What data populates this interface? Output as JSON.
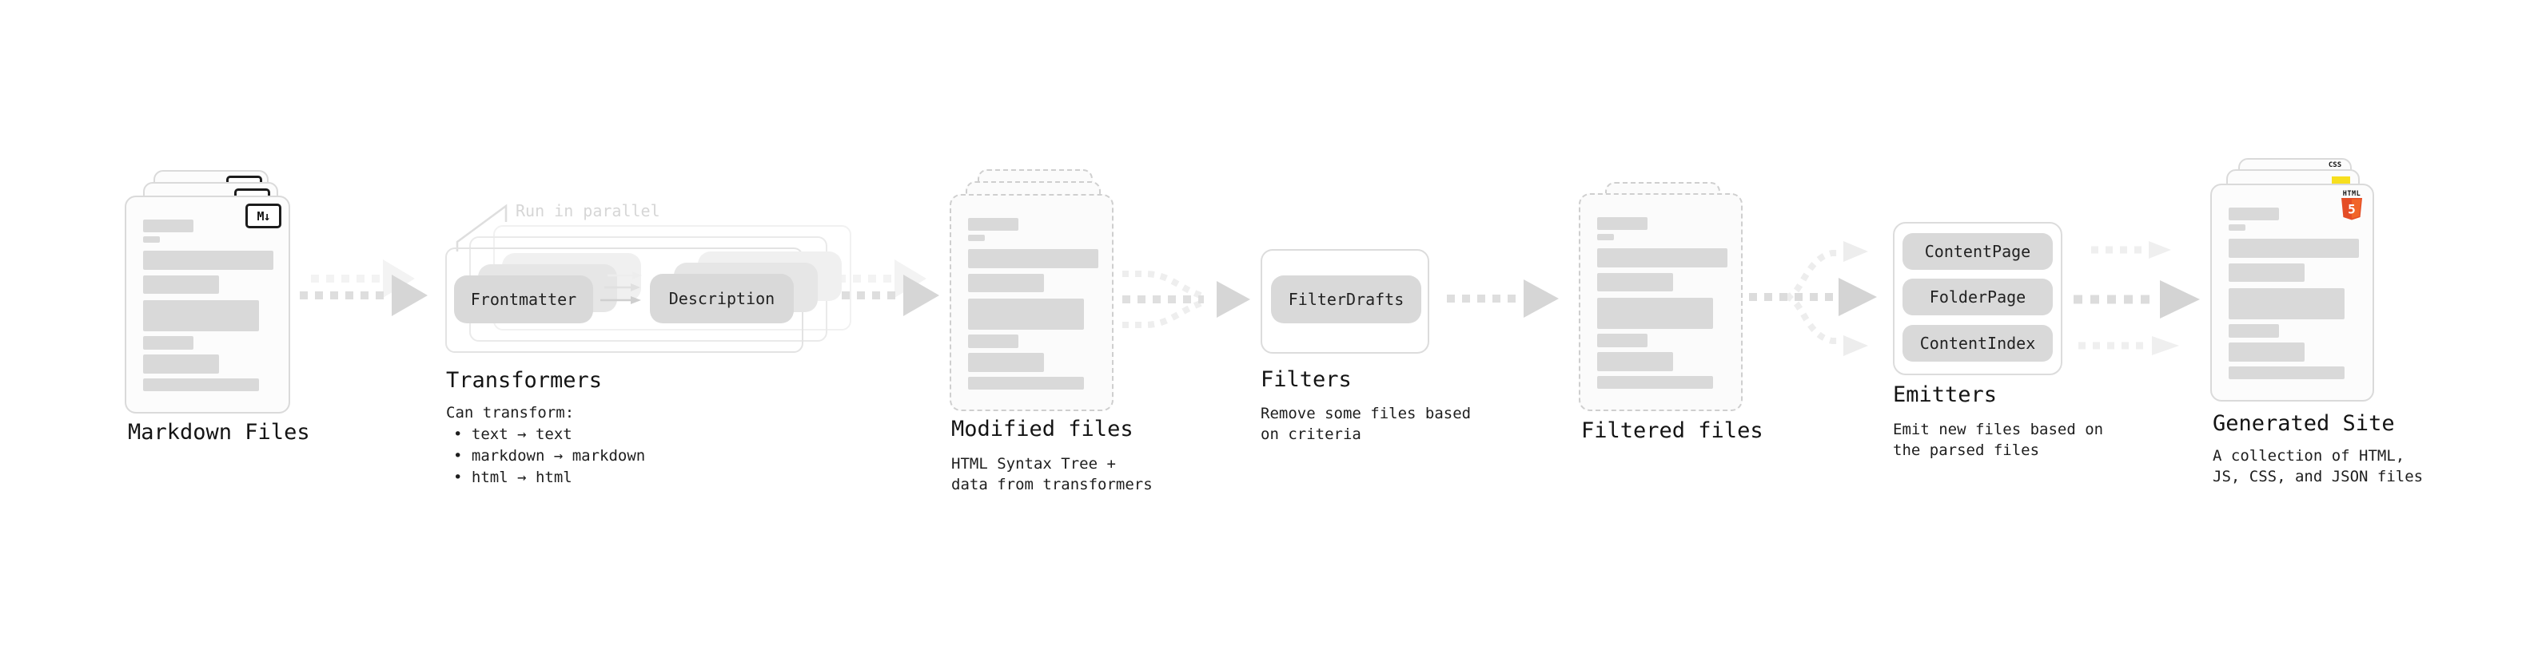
{
  "palette": {
    "bar_gray": "#d9d9d9",
    "pill_gray": "#d9d9d9",
    "arrow_gray": "#dedede",
    "arrow_head": "#d6d6d6",
    "arrow_light": "#ededed",
    "text_dark": "#161616",
    "callout_gray": "#d6d6d6",
    "html5_orange": "#e44d26",
    "js_yellow": "#f7df1e",
    "css_blue": "#2760e5"
  },
  "markdown": {
    "label": "Markdown Files",
    "badge": "M↓"
  },
  "transformers": {
    "callout": "Run in parallel",
    "pill_left": "Frontmatter",
    "pill_right": "Description",
    "heading": "Transformers",
    "desc_title": "Can transform:",
    "bullets": [
      "• text → text",
      "• markdown → markdown",
      "• html → html"
    ]
  },
  "modified": {
    "heading": "Modified files",
    "subtitle": "HTML Syntax Tree +\ndata from transformers"
  },
  "filters": {
    "pill": "FilterDrafts",
    "heading": "Filters",
    "subtitle": "Remove some files based\non criteria"
  },
  "filtered": {
    "heading": "Filtered files"
  },
  "emitters": {
    "pills": [
      "ContentPage",
      "FolderPage",
      "ContentIndex"
    ],
    "heading": "Emitters",
    "subtitle": "Emit new files based on\nthe parsed files"
  },
  "generated": {
    "heading": "Generated Site",
    "subtitle": "A collection of HTML,\nJS, CSS, and JSON files",
    "badges": {
      "html_label": "HTML",
      "html_number": "5",
      "css": "CSS"
    }
  }
}
